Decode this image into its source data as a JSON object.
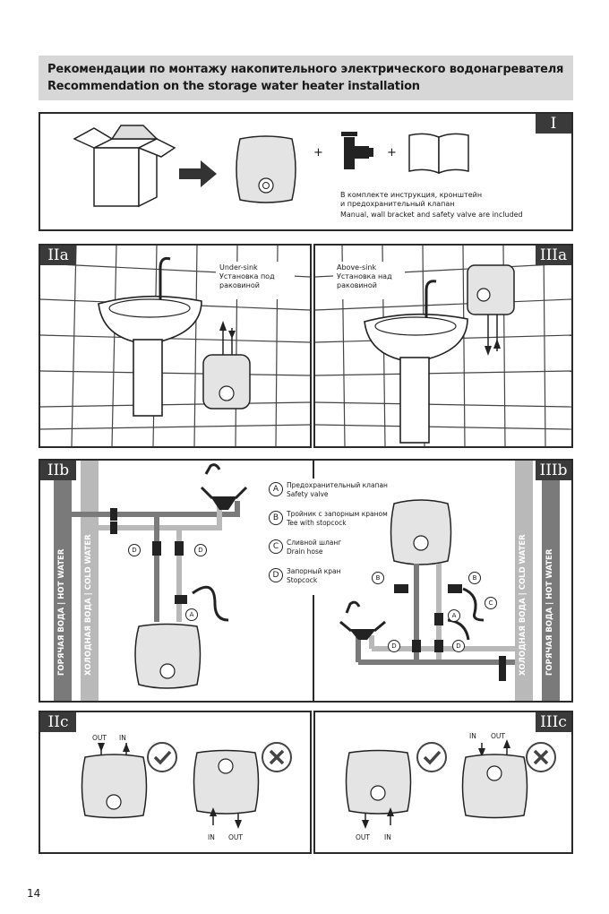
{
  "header": {
    "title_ru": "Рекомендации по монтажу накопительного электрического водонагревателя",
    "title_en": "Recommendation on the storage water heater installation"
  },
  "panel_1": {
    "tag": "I",
    "plus": "+",
    "note_ru_1": "В комплекте инструкция, кронштейн",
    "note_ru_2": "и предохранительный клапан",
    "note_en": "Manual, wall bracket and safety valve are included"
  },
  "panel_2a_left": {
    "tag": "IIa",
    "label_1": "Under-sink",
    "label_2": "Установка под",
    "label_3": "раковиной"
  },
  "panel_3a_right": {
    "tag": "IIIa",
    "label_1": "Above-sink",
    "label_2": "Установка над",
    "label_3": "раковиной"
  },
  "panel_b": {
    "tag_left": "IIb",
    "tag_right": "IIIb",
    "left_bar_hot": "ГОРЯЧАЯ ВОДА | HOT WATER",
    "left_bar_cold": "ХОЛОДНАЯ ВОДА | COLD WATER",
    "right_bar_cold": "ХОЛОДНАЯ ВОДА | COLD WATER",
    "right_bar_hot": "ГОРЯЧАЯ ВОДА | HOT WATER",
    "legend": [
      {
        "letter": "A",
        "ru": "Предохранительный клапан",
        "en": "Safety valve"
      },
      {
        "letter": "B",
        "ru": "Тройник с запорным краном",
        "en": "Tee with stopcock"
      },
      {
        "letter": "C",
        "ru": "Сливной шланг",
        "en": "Drain hose"
      },
      {
        "letter": "D",
        "ru": "Запорный кран",
        "en": "Stopcock"
      }
    ],
    "marks": {
      "a": "A",
      "b": "B",
      "c": "C",
      "d": "D"
    }
  },
  "panel_c": {
    "tag_left": "IIc",
    "tag_right": "IIIc",
    "out": "OUT",
    "in": "IN"
  },
  "page_number": "14",
  "colors": {
    "dark": "#2a2a2a",
    "tag_bg": "#3a3a3a",
    "header_bg": "#d7d7d7",
    "pipe_hot": "#7a7a7a",
    "pipe_cold": "#b9b9b9"
  }
}
